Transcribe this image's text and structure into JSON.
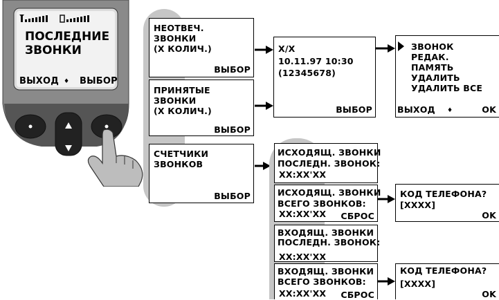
{
  "phone": {
    "screen_title_1": "ПОСЛЕДНИЕ",
    "screen_title_2": "ЗВОНКИ",
    "left_soft": "ВЫХОД",
    "right_soft": "ВЫБОР",
    "scroll_glyph": "♦"
  },
  "menu": {
    "item1": [
      "НЕОТВЕЧ.",
      "ЗВОНКИ",
      "(Х КОЛИЧ.)"
    ],
    "item1_action": "ВЫБОР",
    "item2": [
      "ПРИНЯТЫЕ",
      "ЗВОНКИ",
      "(Х КОЛИЧ.)"
    ],
    "item2_action": "ВЫБОР",
    "item3": [
      "СЧЕТЧИКИ",
      "ЗВОНКОВ"
    ],
    "item3_action": "ВЫБОР"
  },
  "call_detail": {
    "line1": "X/X",
    "line2": "10.11.97 10:30",
    "line3": "(12345678)",
    "action": "ВЫБОР"
  },
  "options": {
    "items": [
      "ЗВОНОК",
      "РЕДАК.",
      "ПАМЯТЬ",
      "УДАЛИТЬ",
      "УДАЛИТЬ ВСЕ"
    ],
    "left": "ВЫХОД",
    "scroll_glyph": "♦",
    "right": "OK"
  },
  "counters": [
    {
      "line1": "ИСХОДЯЩ. ЗВОНКИ",
      "line2": "ПОСЛЕДН. ЗВОНОК:",
      "line3": "ХХ:ХХ'ХХ",
      "action": ""
    },
    {
      "line1": "ИСХОДЯЩ. ЗВОНКИ",
      "line2": "ВСЕГО ЗВОНКОВ:",
      "line3": "ХХ:ХХ'ХХ",
      "action": "СБРОС"
    },
    {
      "line1": "ВХОДЯЩ. ЗВОНКИ",
      "line2": "ПОСЛЕДН. ЗВОНОК:",
      "line3": "ХХ:ХХ'ХХ",
      "action": ""
    },
    {
      "line1": "ВХОДЯЩ. ЗВОНКИ",
      "line2": "ВСЕГО ЗВОНКОВ:",
      "line3": "ХХ:ХХ'ХХ",
      "action": "СБРОС"
    }
  ],
  "code_prompt_1": {
    "title": "КОД ТЕЛЕФОНА?",
    "value": "[XXXX]",
    "ok": "OK"
  },
  "code_prompt_2": {
    "title": "КОД ТЕЛЕФОНА?",
    "value": "[XXXX]",
    "ok": "OK"
  }
}
